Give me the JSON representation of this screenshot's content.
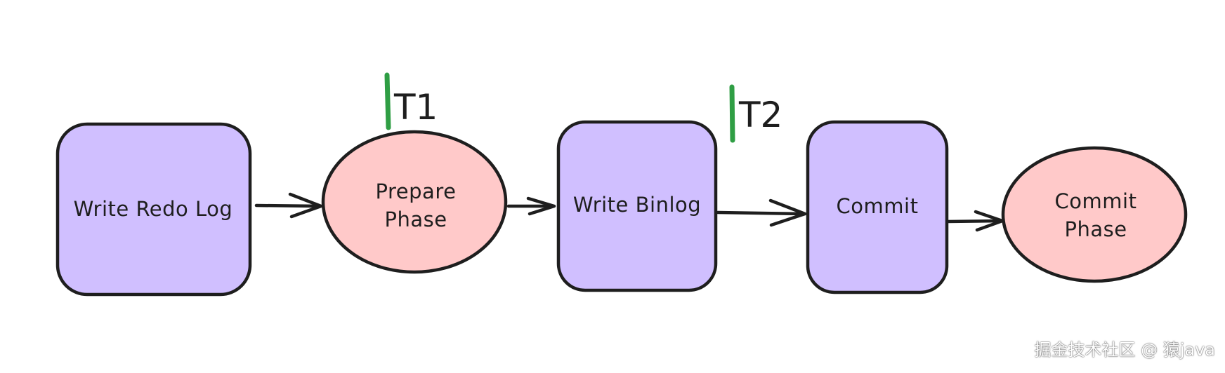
{
  "diagram": {
    "nodes": [
      {
        "id": "write-redo-log",
        "label": "Write Redo Log",
        "shape": "rounded-rect",
        "color": "#d0bfff"
      },
      {
        "id": "prepare-phase",
        "label_lines": [
          "Prepare",
          "Phase"
        ],
        "shape": "ellipse",
        "color": "#ffc9c9"
      },
      {
        "id": "write-binlog",
        "label": "Write Binlog",
        "shape": "rounded-rect",
        "color": "#d0bfff"
      },
      {
        "id": "commit",
        "label": "Commit",
        "shape": "rounded-rect",
        "color": "#d0bfff"
      },
      {
        "id": "commit-phase",
        "label_lines": [
          "Commit",
          "Phase"
        ],
        "shape": "ellipse",
        "color": "#ffc9c9"
      }
    ],
    "edges": [
      {
        "from": "write-redo-log",
        "to": "prepare-phase"
      },
      {
        "from": "prepare-phase",
        "to": "write-binlog"
      },
      {
        "from": "write-binlog",
        "to": "commit"
      },
      {
        "from": "commit",
        "to": "commit-phase"
      }
    ],
    "markers": [
      {
        "id": "t1",
        "label": "T1",
        "color": "#2f9e44"
      },
      {
        "id": "t2",
        "label": "T2",
        "color": "#2f9e44"
      }
    ]
  },
  "watermark": "掘金技术社区 @ 猿java",
  "colors": {
    "stroke": "#1e1e1e",
    "box_fill": "#d0bfff",
    "ellipse_fill": "#ffc9c9",
    "marker": "#2f9e44"
  }
}
